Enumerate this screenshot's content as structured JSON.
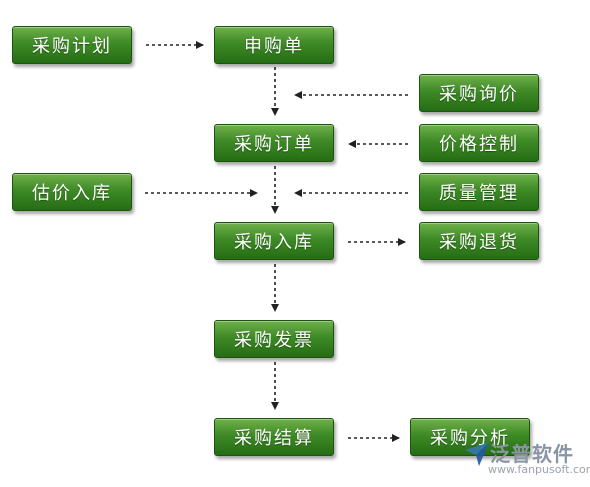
{
  "nodes": {
    "plan": "采购计划",
    "requisition": "申购单",
    "inquiry": "采购询价",
    "order": "采购订单",
    "price_control": "价格控制",
    "estimate_stock": "估价入库",
    "quality": "质量管理",
    "stock_in": "采购入库",
    "return": "采购退货",
    "invoice": "采购发票",
    "settlement": "采购结算",
    "analysis": "采购分析"
  },
  "colors": {
    "node_top": "#6eb04a",
    "node_bottom": "#256d14",
    "arrow": "#222222"
  },
  "watermark": {
    "name": "泛普软件",
    "url": "www.fanpusoft.com"
  }
}
